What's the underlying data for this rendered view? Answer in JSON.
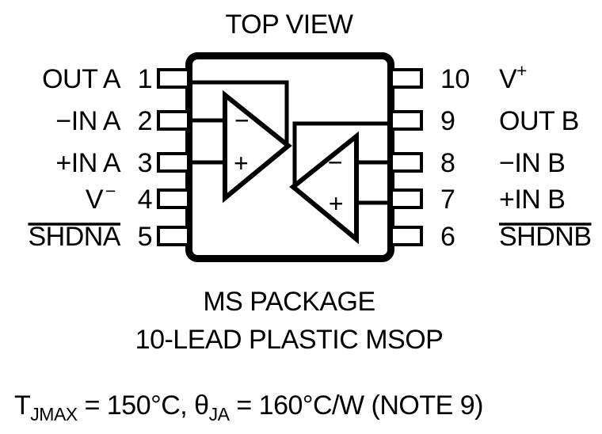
{
  "title": "TOP VIEW",
  "package": {
    "name_line1": "MS PACKAGE",
    "name_line2": "10-LEAD PLASTIC MSOP"
  },
  "thermal": {
    "t_symbol": "T",
    "t_subscript": "JMAX",
    "t_value": " = 150°C, ",
    "theta_symbol": "θ",
    "theta_subscript": "JA",
    "theta_value": " = 160°C/W (NOTE 9)"
  },
  "left_pins": [
    {
      "number": "1",
      "label": "OUT A",
      "overline": false,
      "sup": ""
    },
    {
      "number": "2",
      "label": "−IN A",
      "overline": false,
      "sup": ""
    },
    {
      "number": "3",
      "label": "+IN A",
      "overline": false,
      "sup": ""
    },
    {
      "number": "4",
      "label": "V",
      "overline": false,
      "sup": "−"
    },
    {
      "number": "5",
      "label": "SHDNA",
      "overline": true,
      "sup": ""
    }
  ],
  "right_pins": [
    {
      "number": "10",
      "label": "V",
      "overline": false,
      "sup": "+"
    },
    {
      "number": "9",
      "label": "OUT B",
      "overline": false,
      "sup": ""
    },
    {
      "number": "8",
      "label": "−IN B",
      "overline": false,
      "sup": ""
    },
    {
      "number": "7",
      "label": "+IN B",
      "overline": false,
      "sup": ""
    },
    {
      "number": "6",
      "label": "SHDNB",
      "overline": true,
      "sup": ""
    }
  ],
  "amplifiers": [
    {
      "id": "A",
      "minus": "−",
      "plus": "+"
    },
    {
      "id": "B",
      "minus": "−",
      "plus": "+"
    }
  ],
  "colors": {
    "ink": "#000000",
    "background": "#ffffff"
  }
}
